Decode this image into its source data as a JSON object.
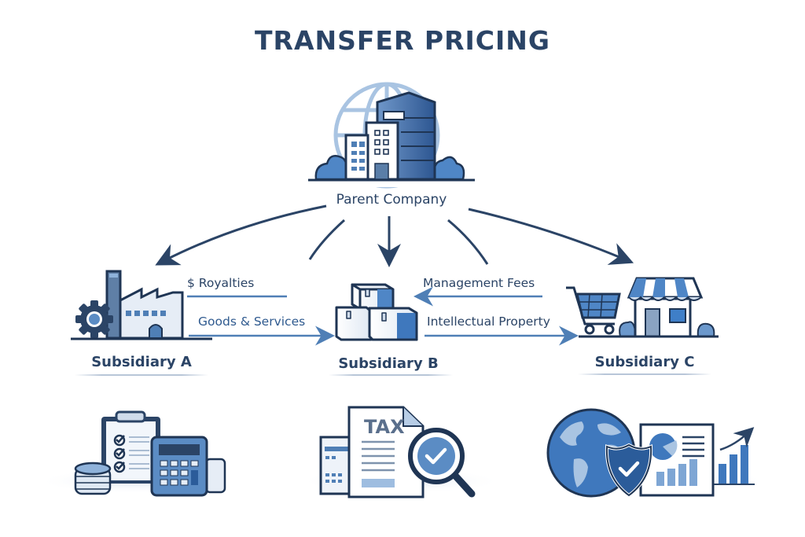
{
  "title": "TRANSFER PRICING",
  "parent": {
    "label": "Parent Company",
    "icon": "office-building-globe-icon"
  },
  "subsidiaries": [
    {
      "id": "A",
      "label": "Subsidiary A",
      "icon": "factory-gear-icon"
    },
    {
      "id": "B",
      "label": "Subsidiary B",
      "icon": "stacked-boxes-icon"
    },
    {
      "id": "C",
      "label": "Subsidiary C",
      "icon": "shopping-cart-storefront-icon"
    }
  ],
  "flows": [
    {
      "label": "$ Royalties",
      "from": "Subsidiary A",
      "to": "Subsidiary B",
      "direction": "none"
    },
    {
      "label": "Goods & Services",
      "from": "Subsidiary A",
      "to": "Subsidiary B",
      "direction": "right"
    },
    {
      "label": "Management Fees",
      "from": "Subsidiary C",
      "to": "Subsidiary B",
      "direction": "left"
    },
    {
      "label": "Intellectual Property",
      "from": "Subsidiary B",
      "to": "Subsidiary C",
      "direction": "right"
    }
  ],
  "bottom_icons": [
    {
      "name": "clipboard-calculator-coins-icon",
      "text": ""
    },
    {
      "name": "tax-document-magnifier-icon",
      "text": "TAX"
    },
    {
      "name": "globe-shield-report-icon",
      "text": ""
    }
  ],
  "colors": {
    "navy": "#2b4466",
    "dark_navy": "#1f3554",
    "blue": "#3d6fa8",
    "mid_blue": "#5b8cc4",
    "light_blue": "#a9c4e2",
    "pale_blue": "#dbe6f2"
  }
}
